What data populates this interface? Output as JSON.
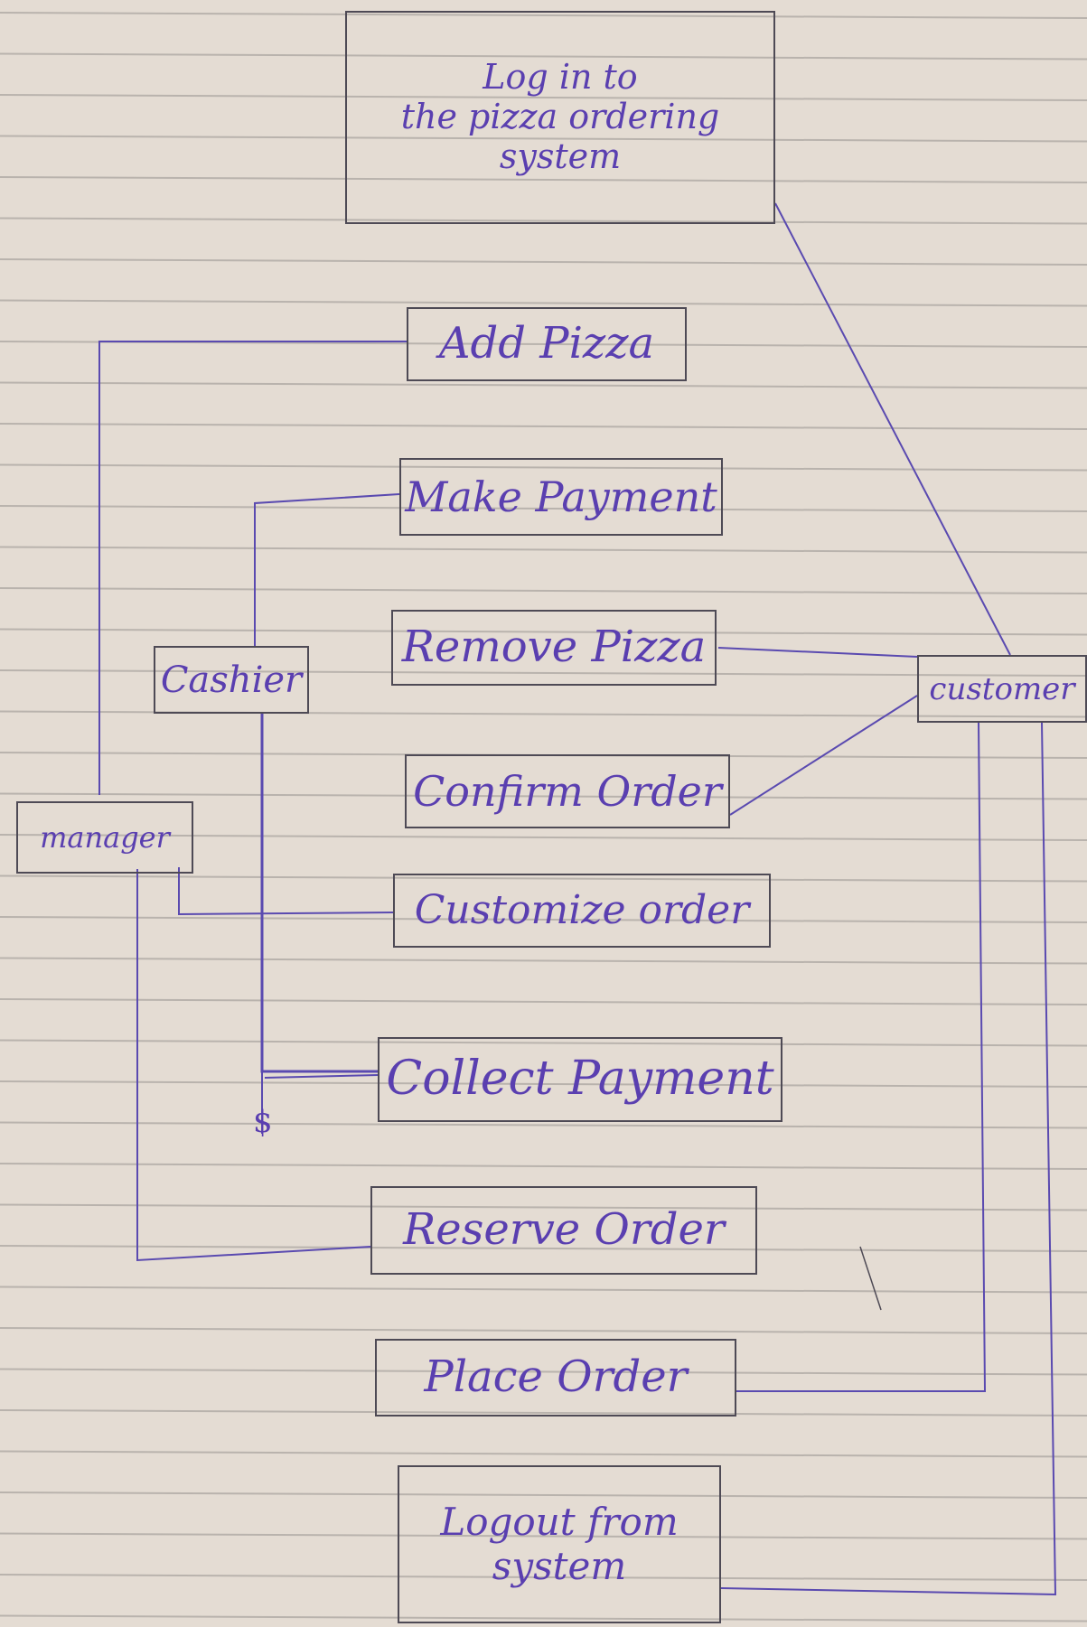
{
  "title_box": {
    "text": "Log in to\nthe pizza ordering\nsystem"
  },
  "actors": {
    "cashier": "Cashier",
    "manager": "manager",
    "customer": "customer"
  },
  "use_cases": {
    "add_pizza": "Add Pizza",
    "make_payment": "Make Payment",
    "remove_pizza": "Remove Pizza",
    "confirm_order": "Confirm Order",
    "customize_order": "Customize order",
    "collect_payment": "Collect Payment",
    "reserve_order": "Reserve Order",
    "place_order": "Place Order",
    "logout": "Logout from\nsystem"
  },
  "annotations": {
    "dollar": "$"
  },
  "colors": {
    "ink": "#5a3fb0",
    "pencil": "#4e4a55",
    "paper": "#e4dcd3",
    "rule": "#b9b3ad"
  }
}
